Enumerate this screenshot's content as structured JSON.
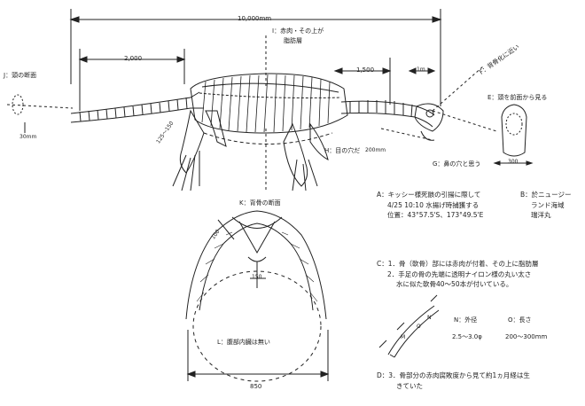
{
  "dimensions": {
    "total_length": "10,000mm",
    "head_to_forelimb": "2,000",
    "hind_section": "1,500",
    "tail_tip": "1m",
    "neck_width": "30mm",
    "forelimb_width": "125～150",
    "hindlimb_width": "200mm",
    "vertebra_width": "300",
    "skull_top": "100",
    "skull_depth": "150",
    "skull_base": "850",
    "fin_marker_n": "N",
    "fin_marker_m": "M",
    "fin_marker_o": "O"
  },
  "labels": {
    "label_i_top": "I：赤肉・その上が",
    "label_i_bottom": "脂肪層",
    "label_j": "J：頭の断面",
    "label_f": "F：背骨化に近い",
    "label_e": "E：頭を前面から見る",
    "label_h": "H：目の穴だ",
    "label_g": "G：鼻の穴と思う",
    "label_k": "K：背骨の断面",
    "label_l": "L：腹部内臓は無い"
  },
  "notes": {
    "note_a_line1": "A：キッシー様死骸の引揚に際して",
    "note_a_line2": "4/25 10:10 水揚げ時捕獲する",
    "note_a_line3": "位置：43°57.5'S、173°49.5'E",
    "note_b_line1": "B：於ニュージー",
    "note_b_line2": "ランド海域",
    "note_b_line3": "瑞洋丸",
    "note_c_line1": "C：1．骨（軟骨）部には赤肉が付着、その上に脂肪層",
    "note_c_line2": "2．手足の骨の先端に透明ナイロン様の丸い太さ",
    "note_c_line3": "水に似た軟骨40〜50本が付いている。",
    "note_d_line1": "D：3．骨部分の赤肉腐敗度から見て約1ヵ月経は生",
    "note_d_line2": "きていた",
    "legend_n": "N：外径",
    "legend_o": "O：長さ",
    "legend_n_value": "2.5～3.0φ",
    "legend_o_value": "200～300mm"
  }
}
